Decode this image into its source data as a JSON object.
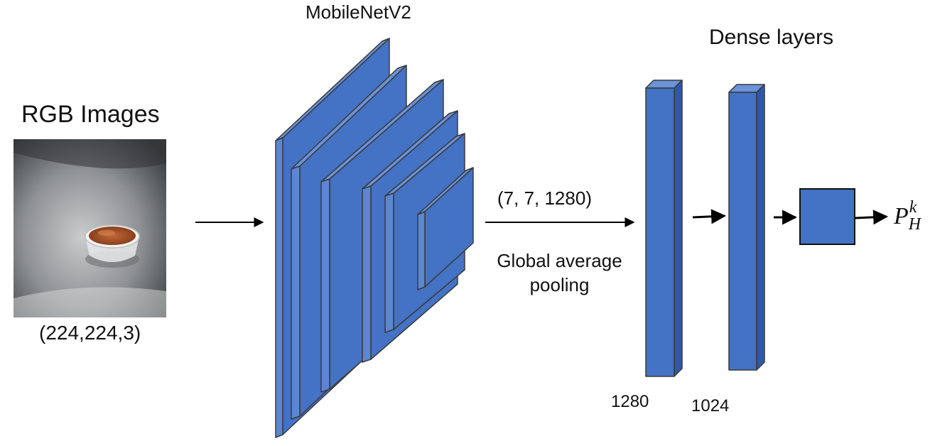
{
  "input": {
    "title": "RGB Images",
    "shape": "(224,224,3)"
  },
  "backbone": {
    "title": "MobileNetV2",
    "output_shape": "(7, 7, 1280)",
    "pooling": [
      "Global average",
      "pooling"
    ]
  },
  "head": {
    "title": "Dense layers",
    "layer1_units": "1280",
    "layer2_units": "1024",
    "output": {
      "base": "P",
      "sub": "H",
      "sup": "k"
    }
  },
  "colors": {
    "block_front": "#4472C4",
    "block_side": "#2F59A8",
    "block_top": "#6A93D8",
    "block_edge": "#3a3a3a",
    "arrow": "#000000"
  }
}
